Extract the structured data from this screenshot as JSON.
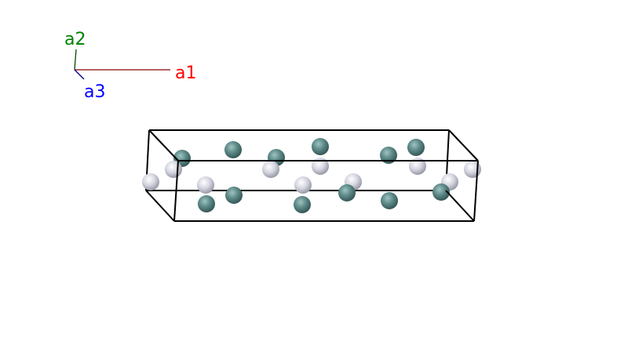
{
  "axes": {
    "a1": {
      "label": "a1",
      "color": "#ff0000",
      "line_color": "#8b0000"
    },
    "a2": {
      "label": "a2",
      "color": "#008000",
      "line_color": "#004d00"
    },
    "a3": {
      "label": "a3",
      "color": "#0000ff",
      "line_color": "#00008b"
    }
  },
  "colors": {
    "cell_edge": "#000000",
    "atom_teal": "#5f8c8a",
    "atom_white": "#cfd0dc"
  }
}
